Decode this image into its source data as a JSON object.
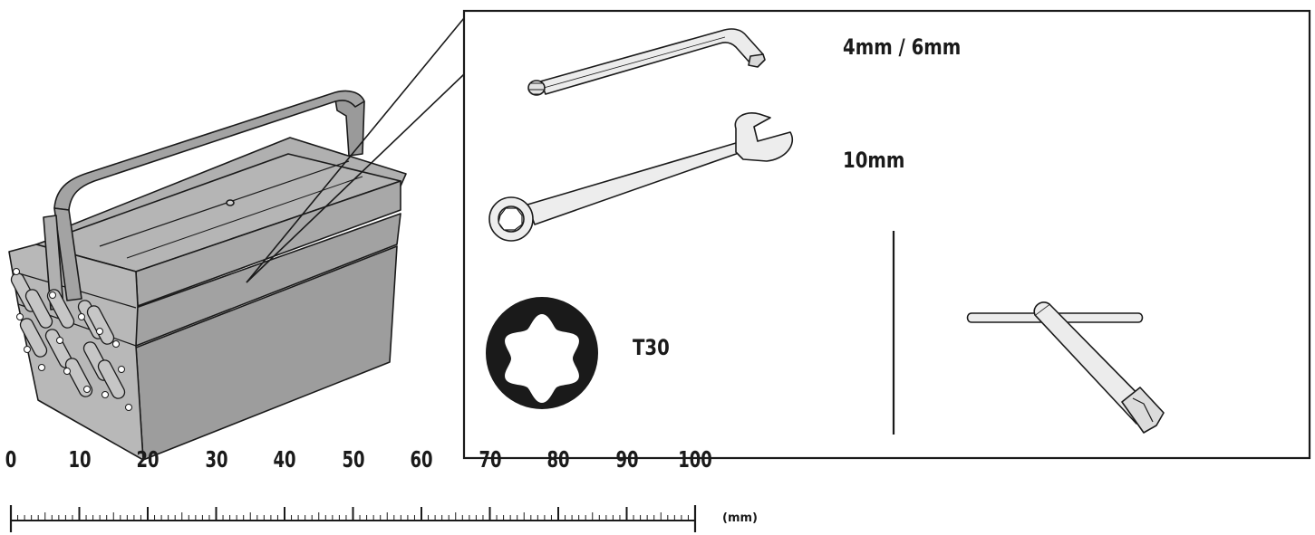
{
  "labels": {
    "hex_key": "4mm / 6mm",
    "wrench": "10mm",
    "torx": "T30"
  },
  "ruler": {
    "ticks": [
      "0",
      "10",
      "20",
      "30",
      "40",
      "50",
      "60",
      "70",
      "80",
      "90",
      "100"
    ],
    "unit": "(mm)"
  },
  "colors": {
    "toolbox_fill": "#a8a8a8",
    "toolbox_dark": "#8e8e8e",
    "ink": "#1a1a1a",
    "metal": "#e6e6e6"
  },
  "icons": [
    "toolbox-icon",
    "hex-key-icon",
    "combination-wrench-icon",
    "torx-icon",
    "t-handle-key-icon"
  ]
}
